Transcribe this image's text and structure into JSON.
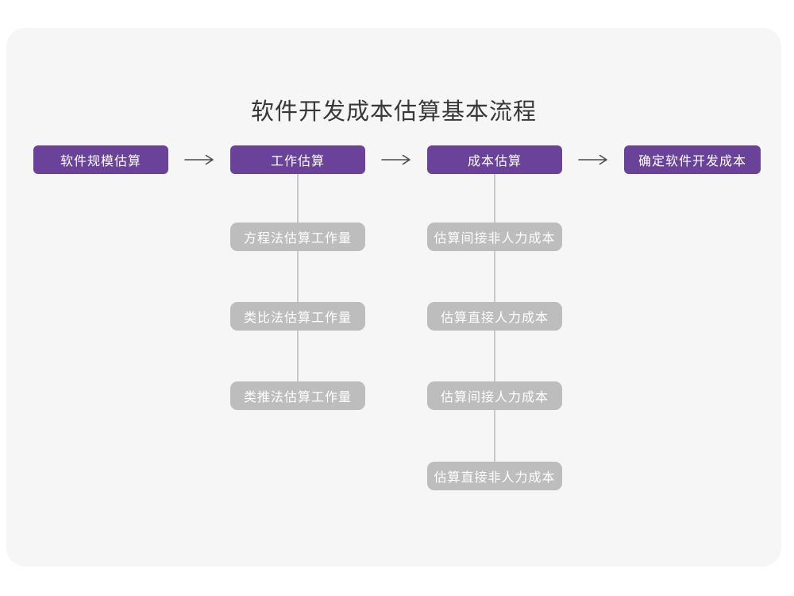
{
  "title": "软件开发成本估算基本流程",
  "colors": {
    "primary": "#6b4299",
    "node_gray": "#bdbdbd",
    "connector": "#c9c9c9",
    "canvas": "#f6f6f7",
    "title_text": "#383838",
    "node_text": "#ffffff",
    "arrow": "#4a4a4a",
    "page_bg": "#ffffff"
  },
  "flow": {
    "stages": [
      {
        "label": "软件规模估算"
      },
      {
        "label": "工作估算"
      },
      {
        "label": "成本估算"
      },
      {
        "label": "确定软件开发成本"
      }
    ],
    "work_estimation_methods": [
      "方程法估算工作量",
      "类比法估算工作量",
      "类推法估算工作量"
    ],
    "cost_estimation_items": [
      "估算间接非人力成本",
      "估算直接人力成本",
      "估算间接人力成本",
      "估算直接非人力成本"
    ]
  }
}
